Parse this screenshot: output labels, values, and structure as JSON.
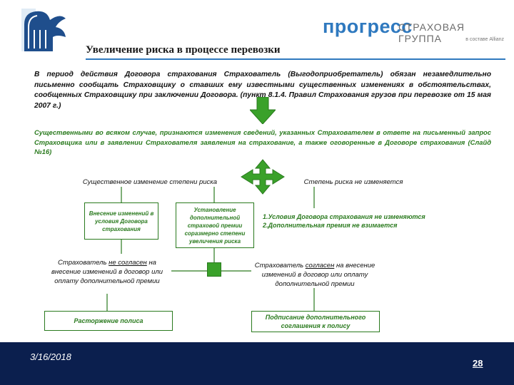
{
  "header": {
    "brand_name": "прогресс",
    "brand_group": "СТРАХОВАЯ ГРУППА",
    "brand_allianz": "в составе Allianz",
    "title": "Увеличение риска в процессе перевозки"
  },
  "intro_text": "В период действия Договора страхования Страхователь (Выгодоприобретатель) обязан незамедлительно письменно сообщать Страховщику о ставших ему известными существенных изменениях в обстоятельствах, сообщенных Страховщику при заключении Договора. (пункт 8.1.4. Правил Страхования грузов при перевозке от 15 мая 2007 г.)",
  "essential_text": "Существенными во всяком случае, признаются изменения сведений, указанных Страхователем в ответе на письменный запрос Страховщика или в заявлении Страхователя заявления на страхование, а также оговоренные в Договоре страхования (Слайд №16)",
  "branches": {
    "left_label": "Существенное изменение степени риска",
    "right_label": "Степень риска не изменяется"
  },
  "left_boxes": {
    "changes": "Внесение изменений в условия Договора страхования",
    "premium": "Установление дополнительной страховой премии соразмерно степени увеличения риска"
  },
  "right_items": [
    "1.Условия Договора страхования не изменяются",
    "2.Дополнительная премия не взимается"
  ],
  "outcomes": {
    "disagree_prefix": "Страхователь",
    "disagree_key": "не согласен",
    "disagree_suffix": "на внесение изменений в договор или оплату дополнительной премии",
    "agree_prefix": "Страхователь",
    "agree_key": "согласен",
    "agree_suffix": "на внесение изменений в договор или оплату дополнительной премии",
    "terminate": "Расторжение полиса",
    "sign_addendum": "Подписание дополнительного соглашения к полису"
  },
  "footer": {
    "date": "3/16/2018",
    "page": "28"
  },
  "colors": {
    "accent_green": "#2a7a1e",
    "arrow_green": "#3aa12a",
    "brand_blue": "#2f79bf",
    "footer_navy": "#0b1f4e"
  }
}
